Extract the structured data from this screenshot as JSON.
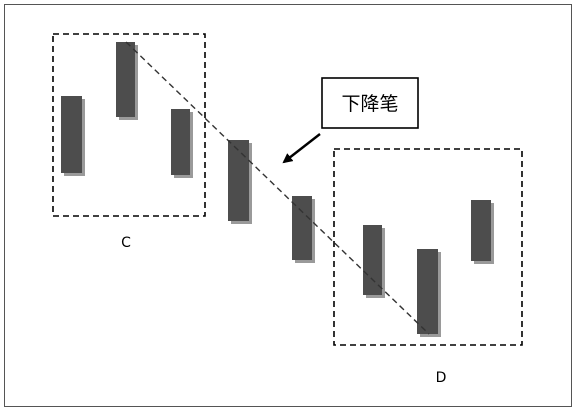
{
  "diagram": {
    "callout_text": "下降笔",
    "group_c_label": "C",
    "group_d_label": "D",
    "candle_color": "#4d4d4d",
    "candle_shadow_color": "#9a9a9a"
  }
}
